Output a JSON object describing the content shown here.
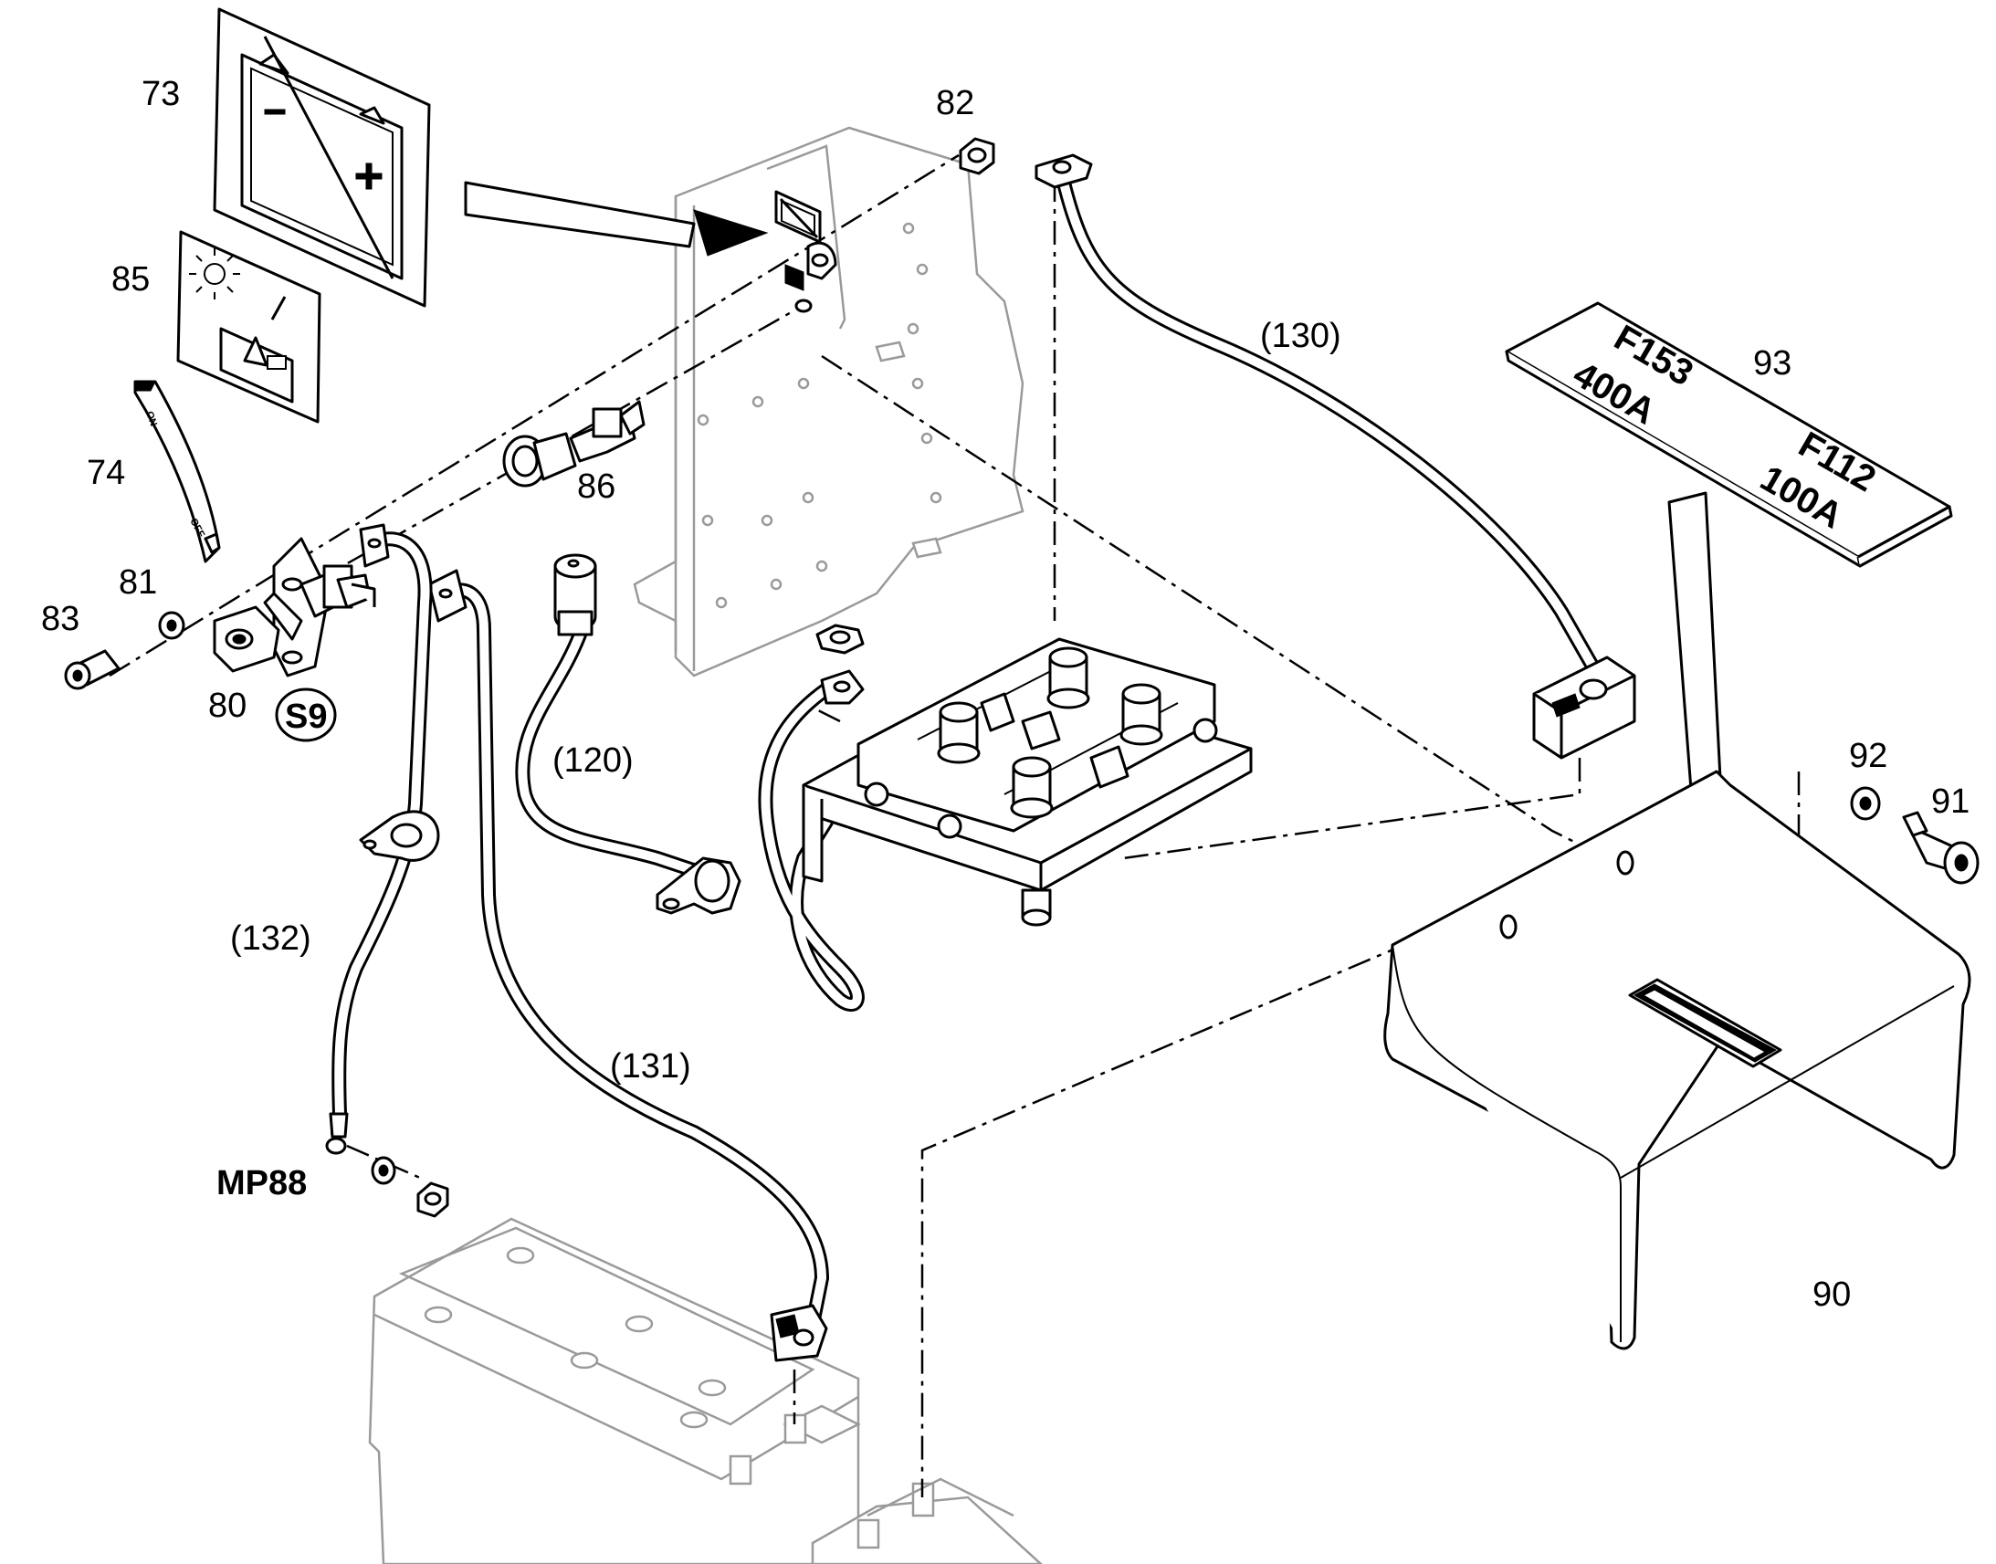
{
  "callouts": {
    "c73": "73",
    "c85": "85",
    "c74": "74",
    "c81": "81",
    "c83": "83",
    "c80": "80",
    "c82": "82",
    "c86": "86",
    "c93": "93",
    "c92": "92",
    "c91": "91",
    "c90": "90",
    "c120": "(120)",
    "c130": "(130)",
    "c131": "(131)",
    "c132": "(132)",
    "mp88": "MP88",
    "s9": "S9"
  },
  "switch_plate": {
    "on": "ON",
    "off": "OFF"
  },
  "fuse_label": {
    "fuse1_name": "F153",
    "fuse1_rating": "400A",
    "fuse2_name": "F112",
    "fuse2_rating": "100A"
  },
  "colors": {
    "ink": "#000000",
    "ghost": "#9a9a9a",
    "paper": "#ffffff"
  }
}
